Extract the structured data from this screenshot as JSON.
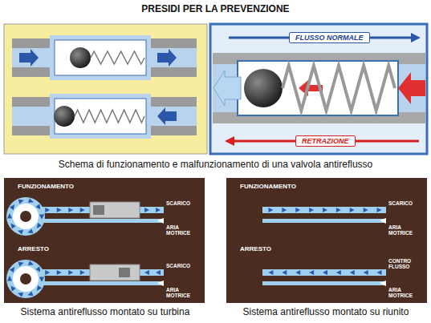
{
  "diagram": {
    "title": "PRESIDI PER LA PREVENZIONE",
    "nodes": [
      {
        "text": [
          "FLUSSO NORMALE"
        ]
      },
      {
        "text": [
          "RETRAZIONE"
        ]
      }
    ],
    "labels": [
      "Schema di funzionamento e malfunzionamento di una valvola antireflusso",
      "FUNZIONAMENTO",
      "SCARICO",
      "ARIA MOTRICE",
      "ARRESTO",
      "SCARICO",
      "ARIA MOTRICE",
      "Sistema antireflusso montato su turbina",
      "FUNZIONAMENTO",
      "SCARICO",
      "ARIA MOTRICE",
      "ARRESTO",
      "CONTRO FLUSSO",
      "ARIA MOTRICE",
      "Sistema antireflusso montato su riunito"
    ]
  }
}
